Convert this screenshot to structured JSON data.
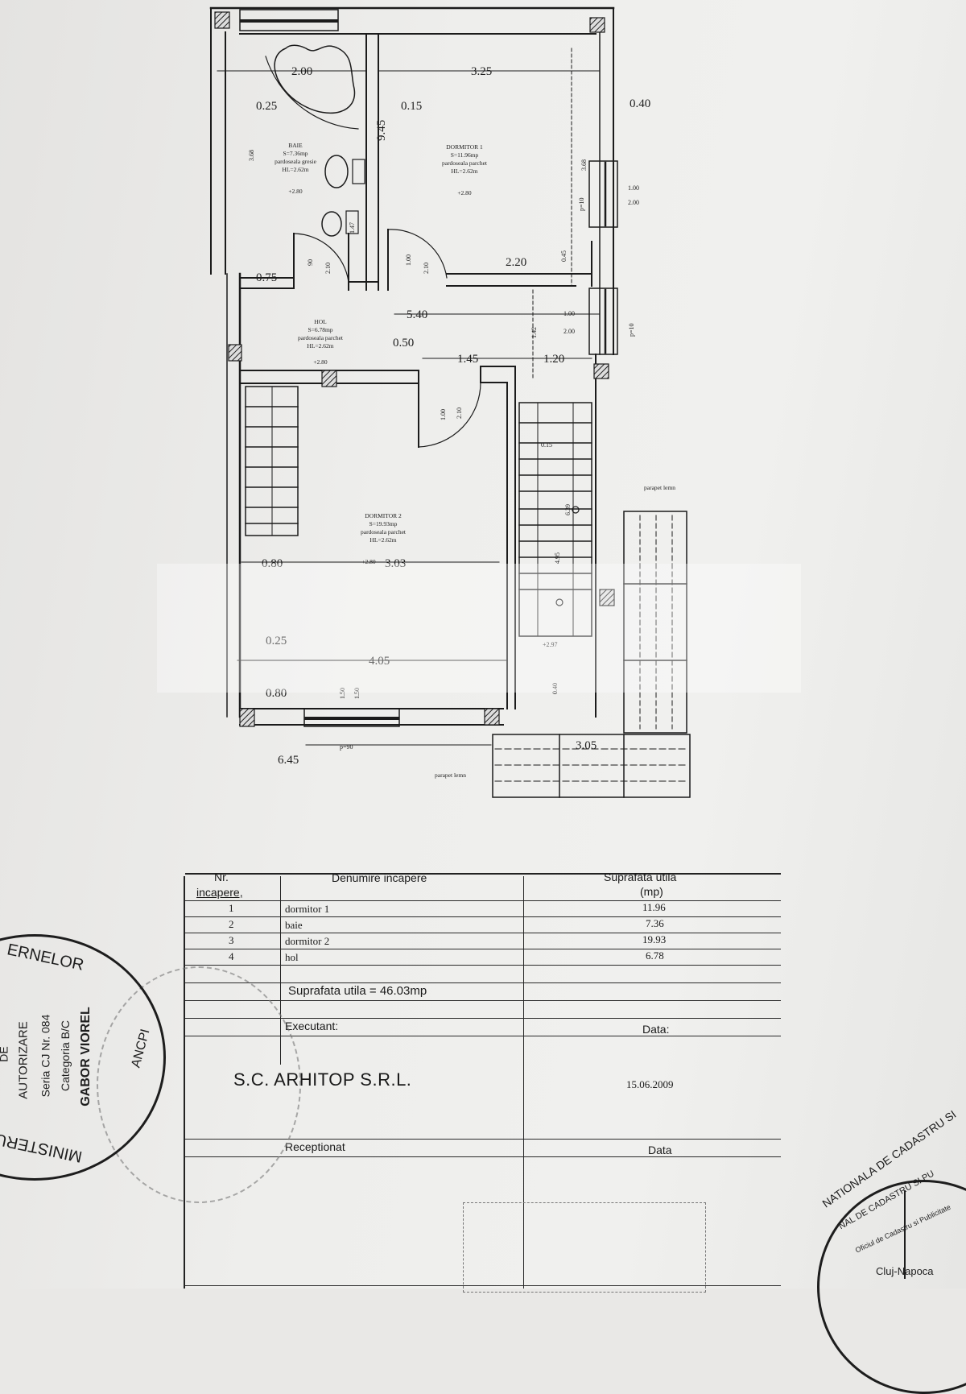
{
  "plan": {
    "rooms": [
      {
        "id": "baie",
        "name": "BAIE",
        "area": "S=7.36mp",
        "floor": "pardoseala gresie",
        "height": "HL=2.62m",
        "level": "+2.80"
      },
      {
        "id": "dormitor1",
        "name": "DORMITOR 1",
        "area": "S=11.96mp",
        "floor": "pardoseala parchet",
        "height": "HL=2.62m",
        "level": "+2.80"
      },
      {
        "id": "hol",
        "name": "HOL",
        "area": "S=6.78mp",
        "floor": "pardoseala parchet",
        "height": "HL=2.62m",
        "level": "+2.80"
      },
      {
        "id": "dormitor2",
        "name": "DORMITOR 2",
        "area": "S=19.93mp",
        "floor": "pardoseala parchet",
        "height": "HL=2.62m",
        "level": "+2.80"
      }
    ],
    "dimensions": {
      "d_2_00": "2.00",
      "d_3_25": "3.25",
      "d_0_25_top": "0.25",
      "d_0_15_top": "0.15",
      "d_0_40": "0.40",
      "d_9_45": "9.45",
      "d_3_68_left": "3.68",
      "d_3_68_right": "3.68",
      "d_p10_top": "p=10",
      "win_top": "1.00",
      "win_bottom": "2.00",
      "d_0_75": "0.75",
      "d_door1_w": "90",
      "d_door1_h": "2.10",
      "d_1_47": "1.47",
      "d_door2_w": "1.00",
      "d_door2_h": "2.10",
      "d_2_20": "2.20",
      "d_0_45": "0.45",
      "d_5_40": "5.40",
      "win2_top": "1.00",
      "win2_bottom": "2.00",
      "d_p10_mid": "p=10",
      "d_0_50": "0.50",
      "d_1_42": "1.42",
      "d_1_45": "1.45",
      "d_1_20": "1.20",
      "d_door3_w": "1.00",
      "d_door3_h": "2.10",
      "d_0_15_stair": "0.15",
      "d_6_39": "6.39",
      "stair_label": "4.95",
      "d_0_80_a": "0.80",
      "d_3_03": "3.03",
      "d_0_25_bot": "0.25",
      "d_4_05": "4.05",
      "d_0_80_b": "0.80",
      "win3_top": "1.50",
      "win3_bottom": "1.50",
      "d_p90": "p=90",
      "d_6_45": "6.45",
      "d_3_05": "3.05",
      "d_0_40_bot": "0.40",
      "level_stair": "+2.97"
    },
    "notes": {
      "parapet_top": "parapet lemn",
      "parapet_bottom": "parapet lemn"
    }
  },
  "table": {
    "headers": {
      "nr": "Nr.",
      "nr_sub": "incapere,",
      "name": "Denumire incapere",
      "area": "Suprafata utila",
      "area_unit": "(mp)"
    },
    "rows": [
      {
        "nr": "1",
        "name": "dormitor 1",
        "area": "11.96"
      },
      {
        "nr": "2",
        "name": "baie",
        "area": "7.36"
      },
      {
        "nr": "3",
        "name": "dormitor 2",
        "area": "19.93"
      },
      {
        "nr": "4",
        "name": "hol",
        "area": "6.78"
      }
    ],
    "total": "Suprafata utila = 46.03mp",
    "executant_label": "Executant:",
    "executant_date_label": "Data:",
    "company": "S.C. ARHITOP S.R.L.",
    "date": "15.06.2009",
    "receptionat_label": "Receptionat",
    "receptionat_date_label": "Data"
  },
  "stamps": {
    "left": {
      "top_arc": "ERNELOR",
      "bottom_arc": "MINISTERU",
      "lines": [
        "DE",
        "AUTORIZARE",
        "Seria CJ Nr. 084",
        "Categoria B/C",
        "GABOR VIOREL"
      ],
      "side": "ANCPI"
    },
    "right": {
      "arc_outer": "NATIONALA DE CADASTRU SI",
      "arc_inner": "NAL DE CADASTRU SI PU",
      "inner": "Oficiul de Cadastru si Publicitate",
      "city": "Cluj-Napoca"
    }
  }
}
